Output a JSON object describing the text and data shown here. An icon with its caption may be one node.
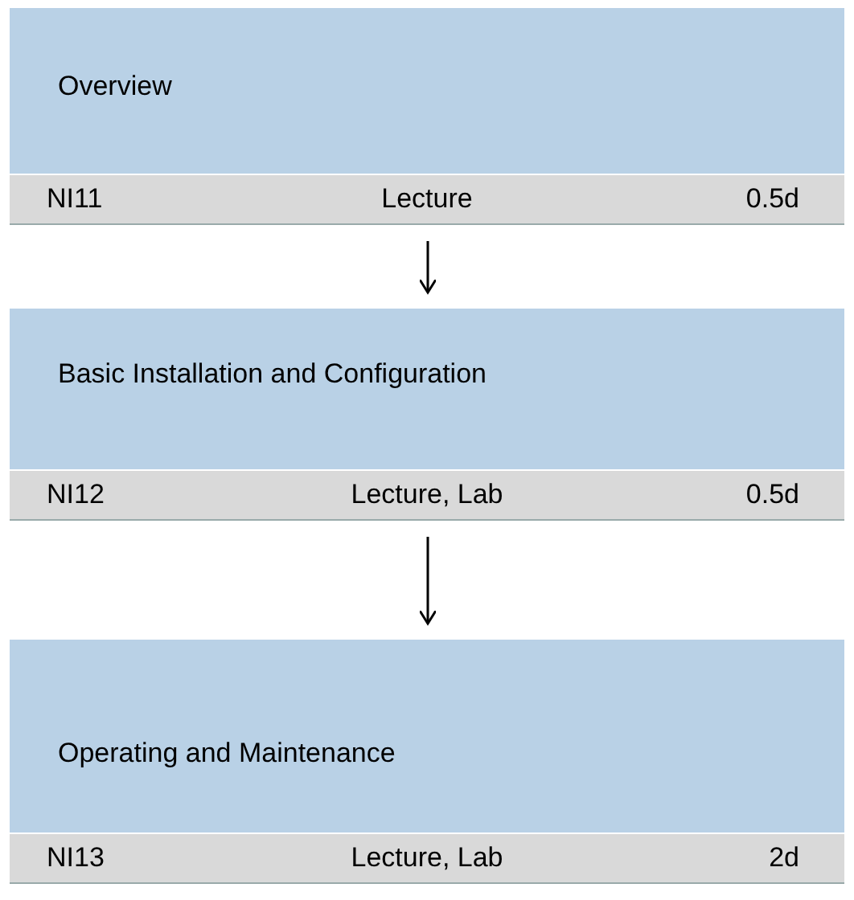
{
  "diagram": {
    "nodes": [
      {
        "text": [
          "Overview",
          "NI11",
          "Lecture",
          "0.5d"
        ]
      },
      {
        "text": [
          "Basic Installation and Configuration",
          "NI12",
          "Lecture, Lab",
          "0.5d"
        ]
      },
      {
        "text": [
          "Operating and Maintenance",
          "NI13",
          "Lecture, Lab",
          "2d"
        ]
      }
    ],
    "edges": [
      {
        "from": 0,
        "to": 1,
        "arrow": "to"
      },
      {
        "from": 1,
        "to": 2,
        "arrow": "to"
      }
    ]
  }
}
